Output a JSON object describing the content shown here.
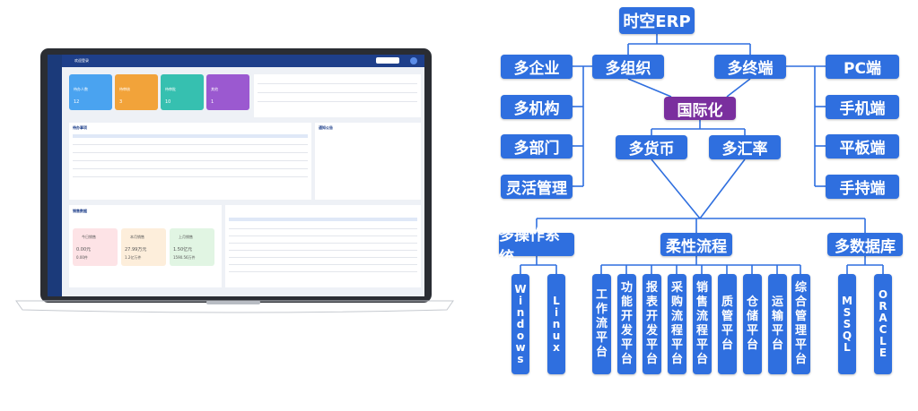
{
  "diagram": {
    "root": "时空ERP",
    "level1_left": "多组织",
    "level1_right": "多终端",
    "center": "国际化",
    "currency": "多货币",
    "exchange": "多汇率",
    "left_column": [
      "多企业",
      "多机构",
      "多部门",
      "灵活管理"
    ],
    "right_column": [
      "PC端",
      "手机端",
      "平板端",
      "手持端"
    ],
    "bottom_groups": {
      "os": {
        "label": "多操作系统",
        "items": [
          "Windows",
          "Linux"
        ]
      },
      "flow": {
        "label": "柔性流程",
        "items": [
          "工作流平台",
          "功能开发平台",
          "报表开发平台",
          "采购流程平台",
          "销售流程平台",
          "质管平台",
          "仓储平台",
          "运输平台",
          "综合管理平台"
        ]
      },
      "db": {
        "label": "多数据库",
        "items": [
          "MSSQL",
          "ORACLE"
        ]
      }
    },
    "colors": {
      "node_blue": "#2f6fdf",
      "node_purple": "#7a2f9e"
    }
  },
  "laptop": {
    "header_title": "欢迎登录",
    "cards": [
      {
        "label": "待办人数",
        "value": "12",
        "color": "#4aa3f0"
      },
      {
        "label": "待审核",
        "value": "3",
        "color": "#f2a33a"
      },
      {
        "label": "待审批",
        "value": "10",
        "color": "#36c0b0"
      },
      {
        "label": "其他",
        "value": "1",
        "color": "#9b59d0"
      }
    ],
    "panel_todo": "待办事项",
    "panel_notice": "通知公告",
    "panel_sales": "销售数据",
    "sales_cards": [
      {
        "label": "今日销售",
        "value": "0.00元",
        "sub": "0.00件",
        "color": "#fde3e6"
      },
      {
        "label": "本月销售",
        "value": "27.99万元",
        "sub": "1.2亿万件",
        "color": "#fdeedb"
      },
      {
        "label": "上月销售",
        "value": "1.50亿元",
        "sub": "1590.56万件",
        "color": "#e1f5e3"
      }
    ],
    "colors": {
      "sidebar": "#1b3a7a",
      "topbar": "#1e3f8a"
    }
  }
}
